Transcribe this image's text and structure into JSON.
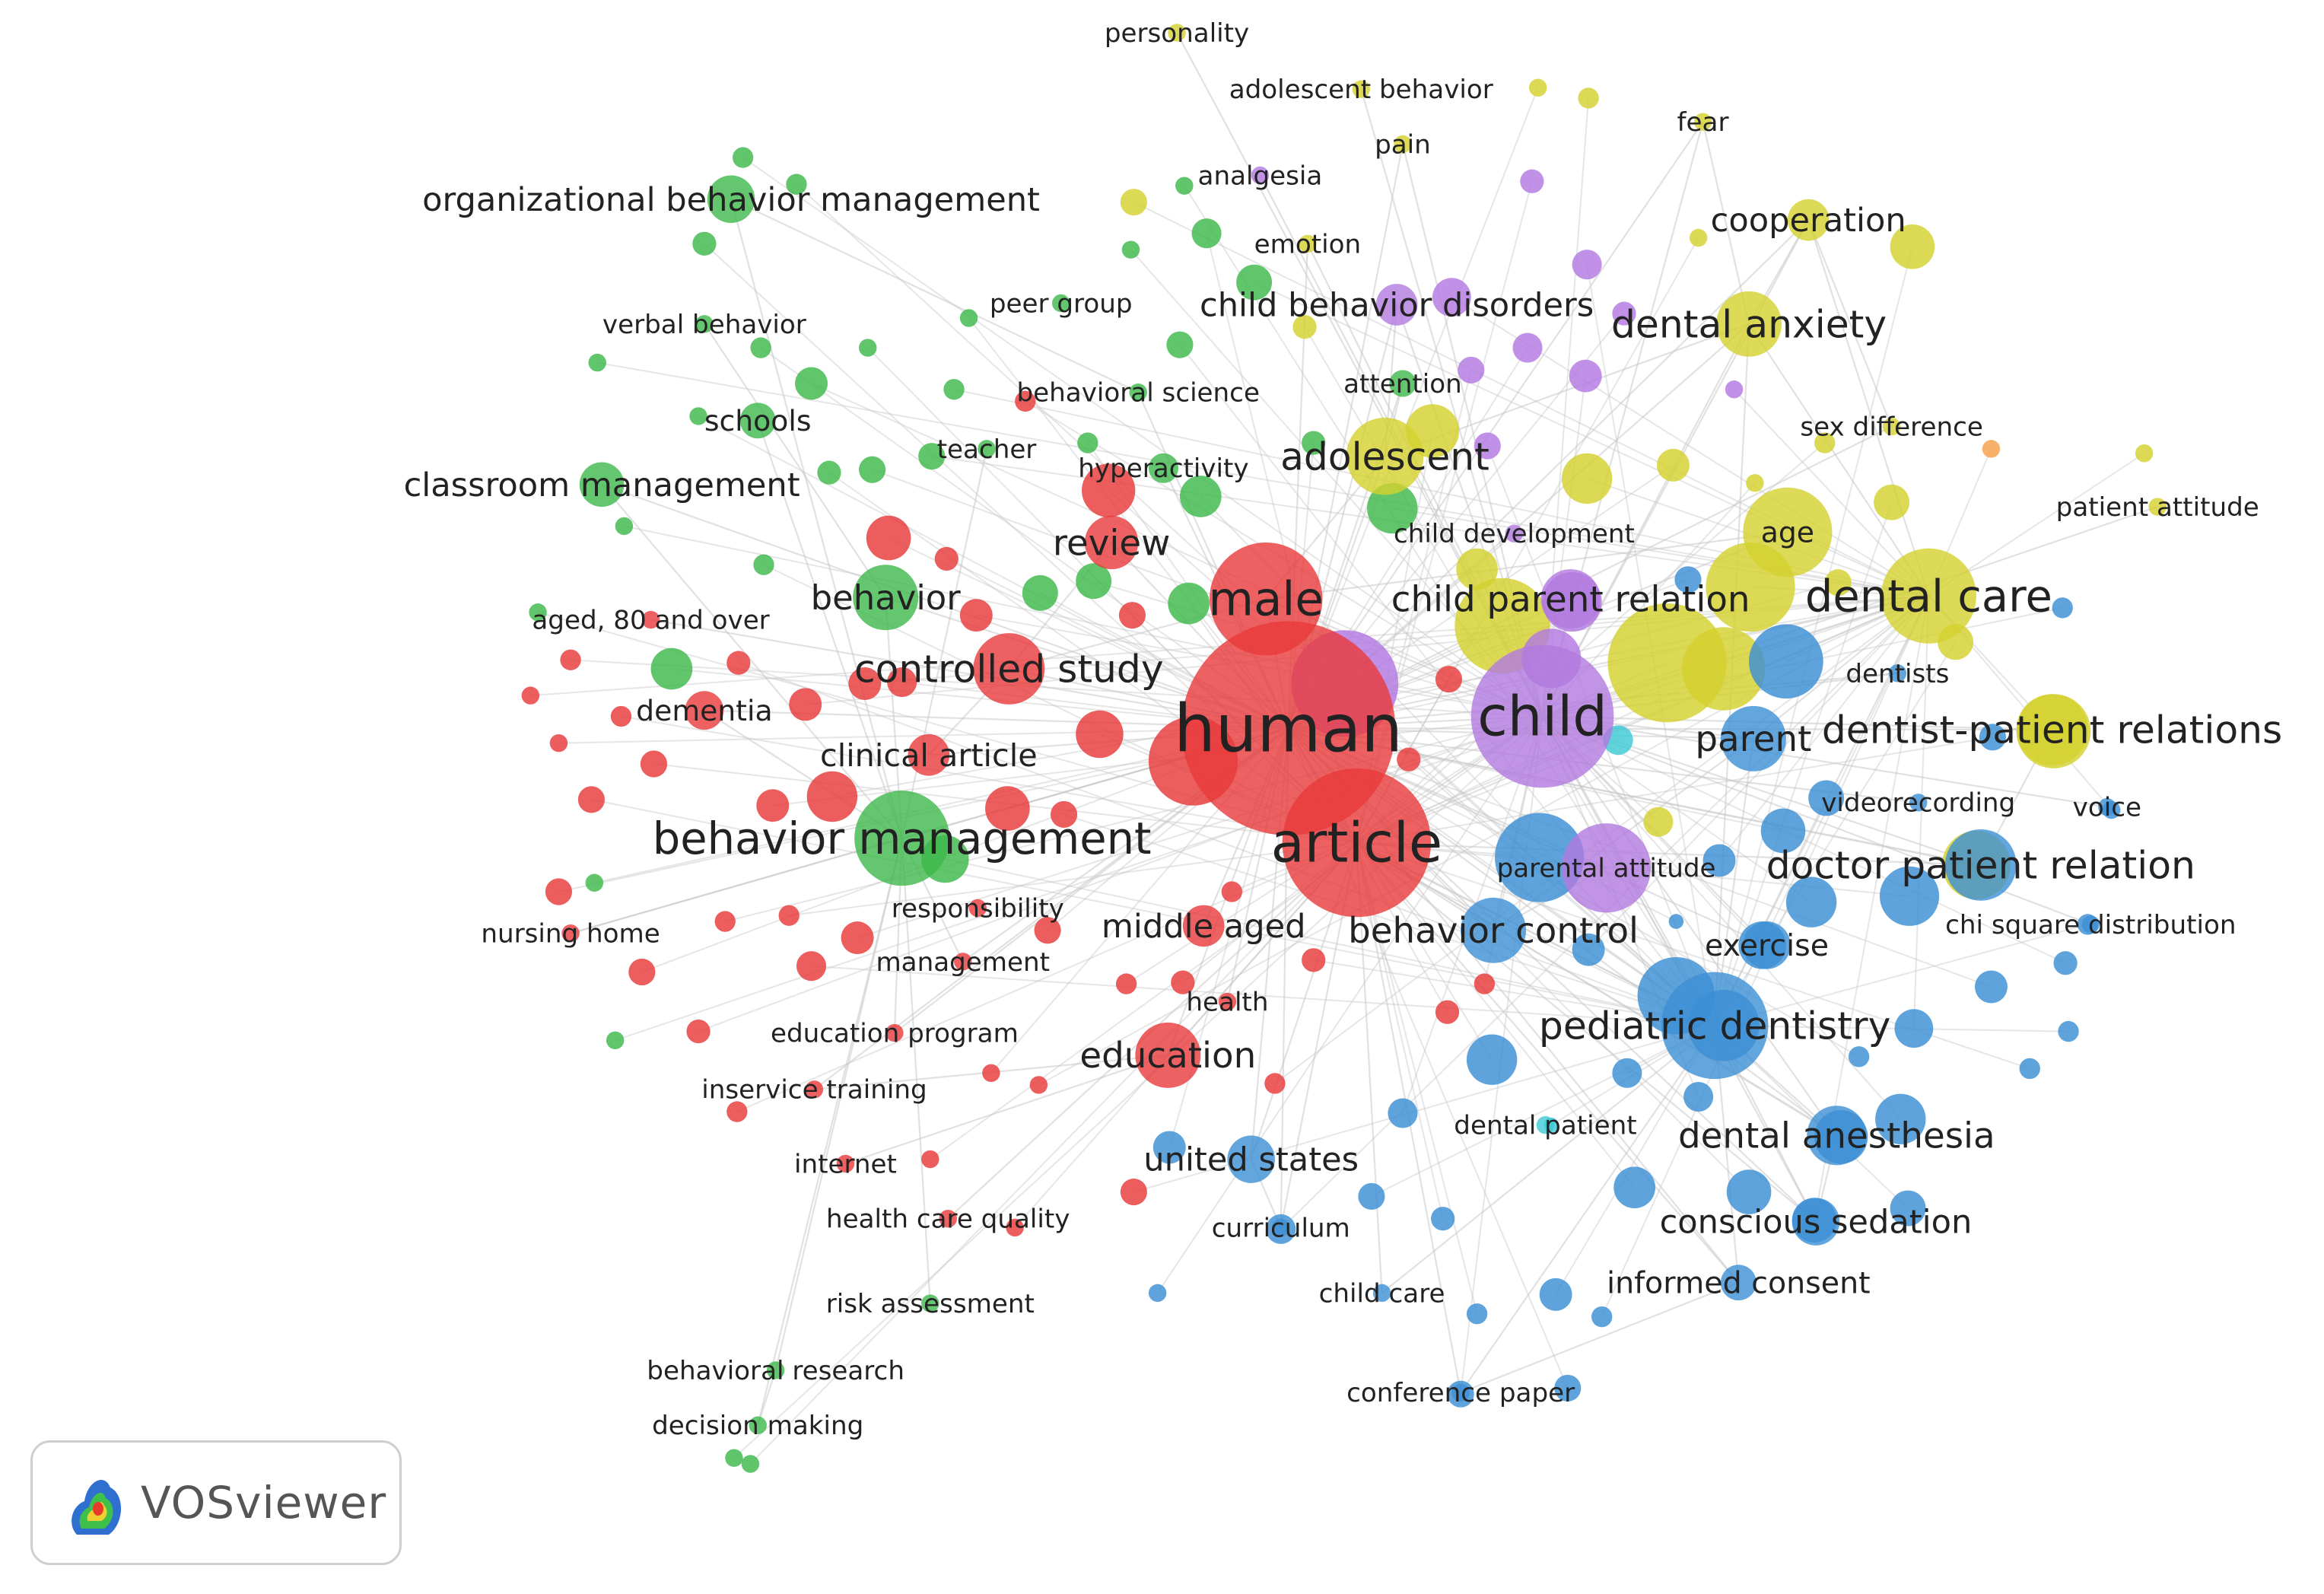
{
  "app": {
    "name": "VOSviewer"
  },
  "clusters": {
    "red": {
      "color": "#e8393b"
    },
    "green": {
      "color": "#3db84a"
    },
    "blue": {
      "color": "#3c8fd4"
    },
    "yellow": {
      "color": "#d4d12e"
    },
    "purple": {
      "color": "#b279e0"
    },
    "cyan": {
      "color": "#3ec9d6"
    },
    "orange": {
      "color": "#f5a04a"
    }
  },
  "edge_color": "#c8c8c8",
  "nodes": [
    {
      "label": "personality",
      "cluster": "yellow",
      "weight": 0
    },
    {
      "label": "adolescent behavior",
      "cluster": "yellow",
      "weight": 0
    },
    {
      "label": "fear",
      "cluster": "yellow",
      "weight": 0
    },
    {
      "label": "pain",
      "cluster": "yellow",
      "weight": 0
    },
    {
      "label": "analgesia",
      "cluster": "purple",
      "weight": 0
    },
    {
      "label": "organizational behavior management",
      "cluster": "green",
      "weight": 1
    },
    {
      "label": "cooperation",
      "cluster": "yellow",
      "weight": 1
    },
    {
      "label": "emotion",
      "cluster": "yellow",
      "weight": 0
    },
    {
      "label": "peer group",
      "cluster": "green",
      "weight": 0
    },
    {
      "label": "child behavior disorders",
      "cluster": "purple",
      "weight": 1
    },
    {
      "label": "verbal behavior",
      "cluster": "green",
      "weight": 0
    },
    {
      "label": "dental anxiety",
      "cluster": "yellow",
      "weight": 2
    },
    {
      "label": "attention",
      "cluster": "green",
      "weight": 0
    },
    {
      "label": "behavioral science",
      "cluster": "green",
      "weight": 0
    },
    {
      "label": "schools",
      "cluster": "green",
      "weight": 0
    },
    {
      "label": "sex difference",
      "cluster": "yellow",
      "weight": 0
    },
    {
      "label": "teacher",
      "cluster": "green",
      "weight": 0
    },
    {
      "label": "hyperactivity",
      "cluster": "green",
      "weight": 0
    },
    {
      "label": "adolescent",
      "cluster": "yellow",
      "weight": 2
    },
    {
      "label": "classroom management",
      "cluster": "green",
      "weight": 1
    },
    {
      "label": "patient attitude",
      "cluster": "yellow",
      "weight": 0
    },
    {
      "label": "child development",
      "cluster": "purple",
      "weight": 0
    },
    {
      "label": "review",
      "cluster": "red",
      "weight": 1
    },
    {
      "label": "age",
      "cluster": "yellow",
      "weight": 1
    },
    {
      "label": "male",
      "cluster": "red",
      "weight": 3
    },
    {
      "label": "behavior",
      "cluster": "green",
      "weight": 2
    },
    {
      "label": "child parent relation",
      "cluster": "purple",
      "weight": 2
    },
    {
      "label": "dental care",
      "cluster": "yellow",
      "weight": 3
    },
    {
      "label": "aged, 80 and over",
      "cluster": "red",
      "weight": 0
    },
    {
      "label": "controlled study",
      "cluster": "red",
      "weight": 2
    },
    {
      "label": "dentists",
      "cluster": "blue",
      "weight": 0
    },
    {
      "label": "human",
      "cluster": "red",
      "weight": 4
    },
    {
      "label": "child",
      "cluster": "purple",
      "weight": 4
    },
    {
      "label": "dementia",
      "cluster": "red",
      "weight": 1
    },
    {
      "label": "parent",
      "cluster": "blue",
      "weight": 2
    },
    {
      "label": "dentist-patient relations",
      "cluster": "yellow",
      "weight": 2
    },
    {
      "label": "clinical article",
      "cluster": "red",
      "weight": 1
    },
    {
      "label": "videorecording",
      "cluster": "blue",
      "weight": 0
    },
    {
      "label": "voice",
      "cluster": "blue",
      "weight": 0
    },
    {
      "label": "behavior management",
      "cluster": "green",
      "weight": 3
    },
    {
      "label": "article",
      "cluster": "red",
      "weight": 4
    },
    {
      "label": "parental attitude",
      "cluster": "purple",
      "weight": 0
    },
    {
      "label": "doctor patient relation",
      "cluster": "blue",
      "weight": 2
    },
    {
      "label": "responsibility",
      "cluster": "red",
      "weight": 0
    },
    {
      "label": "nursing home",
      "cluster": "red",
      "weight": 0
    },
    {
      "label": "middle aged",
      "cluster": "red",
      "weight": 1
    },
    {
      "label": "behavior control",
      "cluster": "blue",
      "weight": 2
    },
    {
      "label": "chi square distribution",
      "cluster": "blue",
      "weight": 0
    },
    {
      "label": "exercise",
      "cluster": "blue",
      "weight": 1
    },
    {
      "label": "management",
      "cluster": "red",
      "weight": 0
    },
    {
      "label": "health",
      "cluster": "red",
      "weight": 0
    },
    {
      "label": "pediatric dentistry",
      "cluster": "blue",
      "weight": 3
    },
    {
      "label": "education program",
      "cluster": "red",
      "weight": 0
    },
    {
      "label": "education",
      "cluster": "red",
      "weight": 2
    },
    {
      "label": "inservice training",
      "cluster": "red",
      "weight": 0
    },
    {
      "label": "dental patient",
      "cluster": "cyan",
      "weight": 0
    },
    {
      "label": "united states",
      "cluster": "blue",
      "weight": 1
    },
    {
      "label": "dental anesthesia",
      "cluster": "blue",
      "weight": 2
    },
    {
      "label": "internet",
      "cluster": "red",
      "weight": 0
    },
    {
      "label": "health care quality",
      "cluster": "red",
      "weight": 0
    },
    {
      "label": "curriculum",
      "cluster": "blue",
      "weight": 0
    },
    {
      "label": "conscious sedation",
      "cluster": "blue",
      "weight": 1
    },
    {
      "label": "child care",
      "cluster": "blue",
      "weight": 0
    },
    {
      "label": "informed consent",
      "cluster": "blue",
      "weight": 1
    },
    {
      "label": "risk assessment",
      "cluster": "green",
      "weight": 0
    },
    {
      "label": "behavioral research",
      "cluster": "green",
      "weight": 0
    },
    {
      "label": "conference paper",
      "cluster": "blue",
      "weight": 0
    },
    {
      "label": "decision making",
      "cluster": "green",
      "weight": 0
    }
  ],
  "edges": [
    [
      "human",
      "article"
    ],
    [
      "human",
      "male"
    ],
    [
      "human",
      "child"
    ],
    [
      "human",
      "controlled study"
    ],
    [
      "human",
      "behavior management"
    ],
    [
      "human",
      "pediatric dentistry"
    ],
    [
      "human",
      "dental care"
    ],
    [
      "human",
      "dental anxiety"
    ],
    [
      "human",
      "adolescent"
    ],
    [
      "human",
      "parent"
    ],
    [
      "human",
      "education"
    ],
    [
      "human",
      "middle aged"
    ],
    [
      "human",
      "behavior control"
    ],
    [
      "human",
      "clinical article"
    ],
    [
      "human",
      "review"
    ],
    [
      "human",
      "behavior"
    ],
    [
      "human",
      "dementia"
    ],
    [
      "human",
      "nursing home"
    ],
    [
      "human",
      "cooperation"
    ],
    [
      "human",
      "dentist-patient relations"
    ],
    [
      "human",
      "doctor patient relation"
    ],
    [
      "human",
      "dental anesthesia"
    ],
    [
      "human",
      "united states"
    ],
    [
      "human",
      "conscious sedation"
    ],
    [
      "human",
      "informed consent"
    ],
    [
      "human",
      "child parent relation"
    ],
    [
      "human",
      "age"
    ],
    [
      "human",
      "behavioral science"
    ],
    [
      "human",
      "classroom management"
    ],
    [
      "human",
      "emotion"
    ],
    [
      "human",
      "fear"
    ],
    [
      "human",
      "pain"
    ],
    [
      "human",
      "aged, 80 and over"
    ],
    [
      "human",
      "management"
    ],
    [
      "human",
      "health"
    ],
    [
      "human",
      "education program"
    ],
    [
      "human",
      "inservice training"
    ],
    [
      "human",
      "curriculum"
    ],
    [
      "human",
      "child development"
    ],
    [
      "human",
      "child behavior disorders"
    ],
    [
      "human",
      "attention"
    ],
    [
      "human",
      "hyperactivity"
    ],
    [
      "human",
      "exercise"
    ],
    [
      "human",
      "sex difference"
    ],
    [
      "human",
      "videorecording"
    ],
    [
      "human",
      "parental attitude"
    ],
    [
      "human",
      "dentists"
    ],
    [
      "article",
      "child"
    ],
    [
      "article",
      "pediatric dentistry"
    ],
    [
      "article",
      "dental care"
    ],
    [
      "article",
      "behavior control"
    ],
    [
      "article",
      "conscious sedation"
    ],
    [
      "article",
      "dental anesthesia"
    ],
    [
      "article",
      "education"
    ],
    [
      "article",
      "curriculum"
    ],
    [
      "article",
      "united states"
    ],
    [
      "article",
      "doctor patient relation"
    ],
    [
      "article",
      "informed consent"
    ],
    [
      "article",
      "child care"
    ],
    [
      "article",
      "conference paper"
    ],
    [
      "article",
      "health care quality"
    ],
    [
      "male",
      "child"
    ],
    [
      "male",
      "adolescent"
    ],
    [
      "male",
      "controlled study"
    ],
    [
      "male",
      "age"
    ],
    [
      "child",
      "dental anxiety"
    ],
    [
      "child",
      "dental care"
    ],
    [
      "child",
      "pediatric dentistry"
    ],
    [
      "child",
      "parent"
    ],
    [
      "child",
      "cooperation"
    ],
    [
      "child",
      "fear"
    ],
    [
      "child",
      "pain"
    ],
    [
      "child",
      "child behavior disorders"
    ],
    [
      "child",
      "dentist-patient relations"
    ],
    [
      "child",
      "behavior control"
    ],
    [
      "child",
      "doctor patient relation"
    ],
    [
      "child",
      "adolescent behavior"
    ],
    [
      "child",
      "personality"
    ],
    [
      "child",
      "analgesia"
    ],
    [
      "child",
      "emotion"
    ],
    [
      "child",
      "patient attitude"
    ],
    [
      "child",
      "dental anesthesia"
    ],
    [
      "child",
      "conscious sedation"
    ],
    [
      "child",
      "chi square distribution"
    ],
    [
      "child",
      "voice"
    ],
    [
      "child",
      "dentists"
    ],
    [
      "child",
      "exercise"
    ],
    [
      "pediatric dentistry",
      "dental anxiety"
    ],
    [
      "pediatric dentistry",
      "dental care"
    ],
    [
      "pediatric dentistry",
      "dental anesthesia"
    ],
    [
      "pediatric dentistry",
      "conscious sedation"
    ],
    [
      "pediatric dentistry",
      "informed consent"
    ],
    [
      "pediatric dentistry",
      "parent"
    ],
    [
      "pediatric dentistry",
      "conference paper"
    ],
    [
      "pediatric dentistry",
      "child care"
    ],
    [
      "dental care",
      "dental anxiety"
    ],
    [
      "dental care",
      "cooperation"
    ],
    [
      "dental care",
      "parent"
    ],
    [
      "dental anxiety",
      "cooperation"
    ],
    [
      "dental anxiety",
      "fear"
    ],
    [
      "dental anxiety",
      "adolescent"
    ],
    [
      "behavior management",
      "classroom management"
    ],
    [
      "behavior management",
      "organizational behavior management"
    ],
    [
      "behavior management",
      "behavior"
    ],
    [
      "behavior management",
      "nursing home"
    ],
    [
      "behavior management",
      "dementia"
    ],
    [
      "behavior management",
      "risk assessment"
    ],
    [
      "behavior management",
      "behavioral research"
    ],
    [
      "behavior management",
      "decision making"
    ],
    [
      "behavior management",
      "education program"
    ],
    [
      "behavior management",
      "management"
    ],
    [
      "behavior management",
      "schools"
    ],
    [
      "behavior management",
      "teacher"
    ],
    [
      "organizational behavior management",
      "behavioral science"
    ],
    [
      "behavioral research",
      "decision making"
    ],
    [
      "behavior",
      "verbal behavior"
    ],
    [
      "controlled study",
      "clinical article"
    ],
    [
      "controlled study",
      "review"
    ],
    [
      "adolescent",
      "child behavior disorders"
    ],
    [
      "adolescent",
      "attention"
    ],
    [
      "education",
      "inservice training"
    ],
    [
      "education",
      "internet"
    ],
    [
      "dentist-patient relations",
      "doctor patient relation"
    ],
    [
      "dental anesthesia",
      "conscious sedation"
    ],
    [
      "informed consent",
      "conference paper"
    ],
    [
      "behavior control",
      "parent"
    ],
    [
      "behavior control",
      "parental attitude"
    ],
    [
      "united states",
      "curriculum"
    ],
    [
      "cooperation",
      "sex difference"
    ]
  ]
}
